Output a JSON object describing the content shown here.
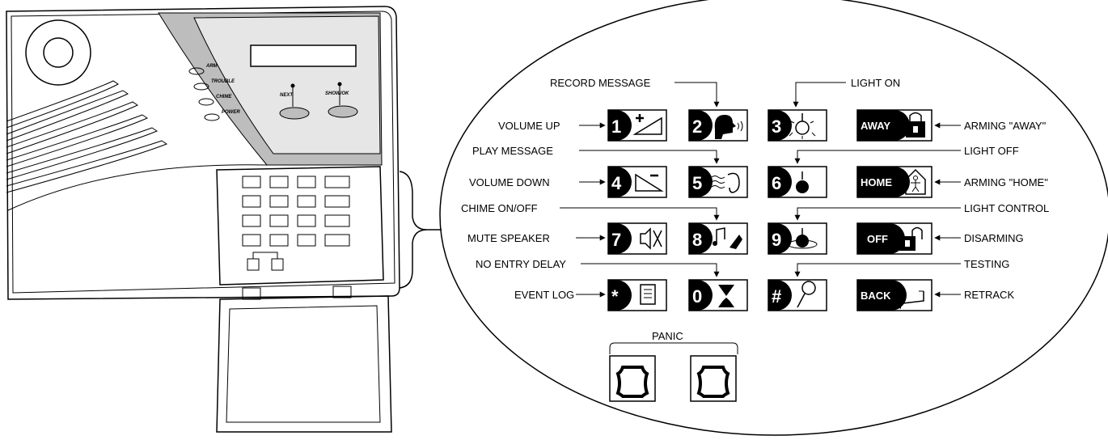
{
  "device": {
    "leds": [
      "ARM",
      "TROUBLE",
      "CHIME",
      "POWER"
    ],
    "buttons": [
      "NEXT",
      "SHOW/OK"
    ]
  },
  "callouts": {
    "record_message": "RECORD MESSAGE",
    "light_on": "LIGHT ON",
    "volume_up": "VOLUME UP",
    "arming_away": "ARMING \"AWAY\"",
    "play_message": "PLAY MESSAGE",
    "light_off": "LIGHT OFF",
    "volume_down": "VOLUME DOWN",
    "arming_home": "ARMING \"HOME\"",
    "chime_on_off": "CHIME ON/OFF",
    "light_control": "LIGHT CONTROL",
    "mute_speaker": "MUTE SPEAKER",
    "disarming": "DISARMING",
    "no_entry_delay": "NO ENTRY DELAY",
    "testing": "TESTING",
    "event_log": "EVENT LOG",
    "retrack": "RETRACK",
    "panic": "PANIC"
  },
  "keys": {
    "k1": "1",
    "k2": "2",
    "k3": "3",
    "k4": "4",
    "k5": "5",
    "k6": "6",
    "k7": "7",
    "k8": "8",
    "k9": "9",
    "kstar": "*",
    "k0": "0",
    "khash": "#",
    "away": "AWAY",
    "home": "HOME",
    "off": "OFF",
    "back": "BACK"
  }
}
